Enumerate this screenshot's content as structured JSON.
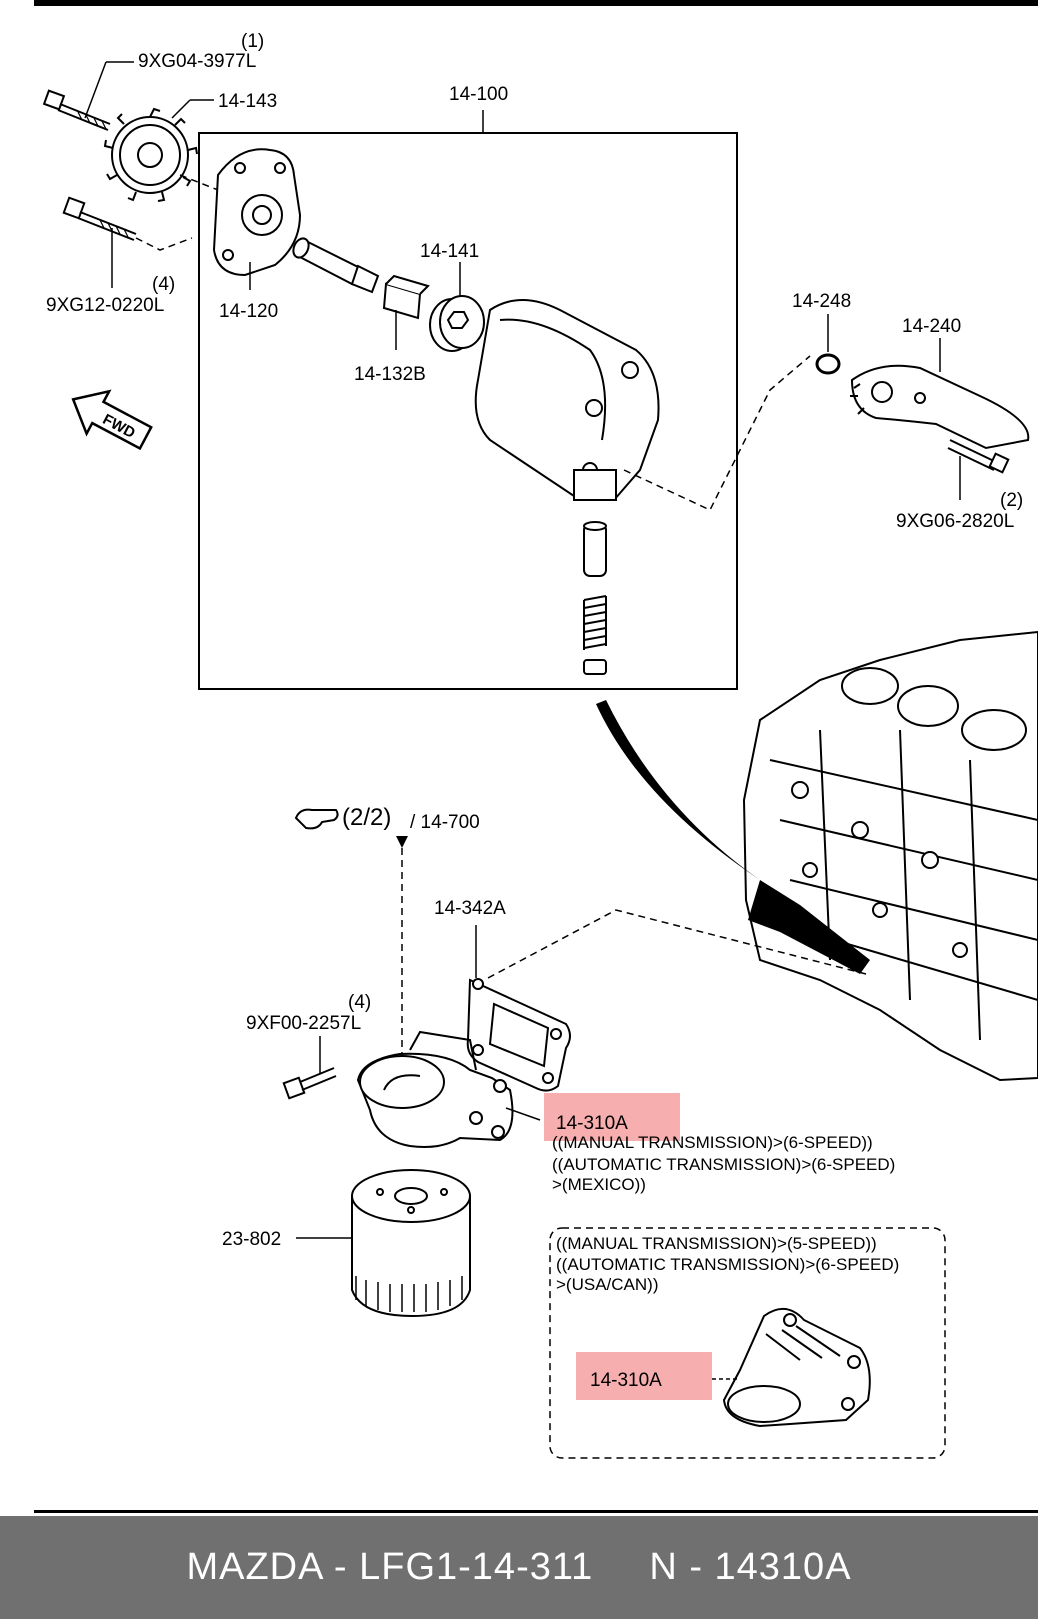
{
  "labels": {
    "bolt_top": "9XG04-3977L",
    "bolt_top_qty": "(1)",
    "sprocket": "14-143",
    "pump_assy": "14-100",
    "bolt_left": "9XG12-0220L",
    "bolt_left_qty": "(4)",
    "pump_cover": "14-120",
    "shaft": "14-141",
    "spacer": "14-132B",
    "fwd": "FWD",
    "o_ring": "14-248",
    "strainer": "14-240",
    "bolt_right": "9XG06-2820L",
    "bolt_right_qty": "(2)",
    "ref_page": "(2/2)",
    "ref_part": "/ 14-700",
    "gasket": "14-342A",
    "bolt_bottom": "9XF00-2257L",
    "bolt_bottom_qty": "(4)",
    "filter_body_a": "14-310A",
    "filter_body_a_note1": "((MANUAL TRANSMISSION)>(6-SPEED))",
    "filter_body_a_note2": "((AUTOMATIC TRANSMISSION)>(6-SPEED)",
    "filter_body_a_note3": ">(MEXICO))",
    "oil_filter": "23-802",
    "inset_note1": "((MANUAL TRANSMISSION)>(5-SPEED))",
    "inset_note2": "((AUTOMATIC TRANSMISSION)>(6-SPEED)",
    "inset_note3": ">(USA/CAN))",
    "filter_body_b": "14-310A"
  },
  "footer": {
    "left": "MAZDA - LFG1-14-311",
    "right": "N - 14310A"
  },
  "colors": {
    "highlight": "#f4a0a0",
    "footer_bg": "#707070"
  }
}
